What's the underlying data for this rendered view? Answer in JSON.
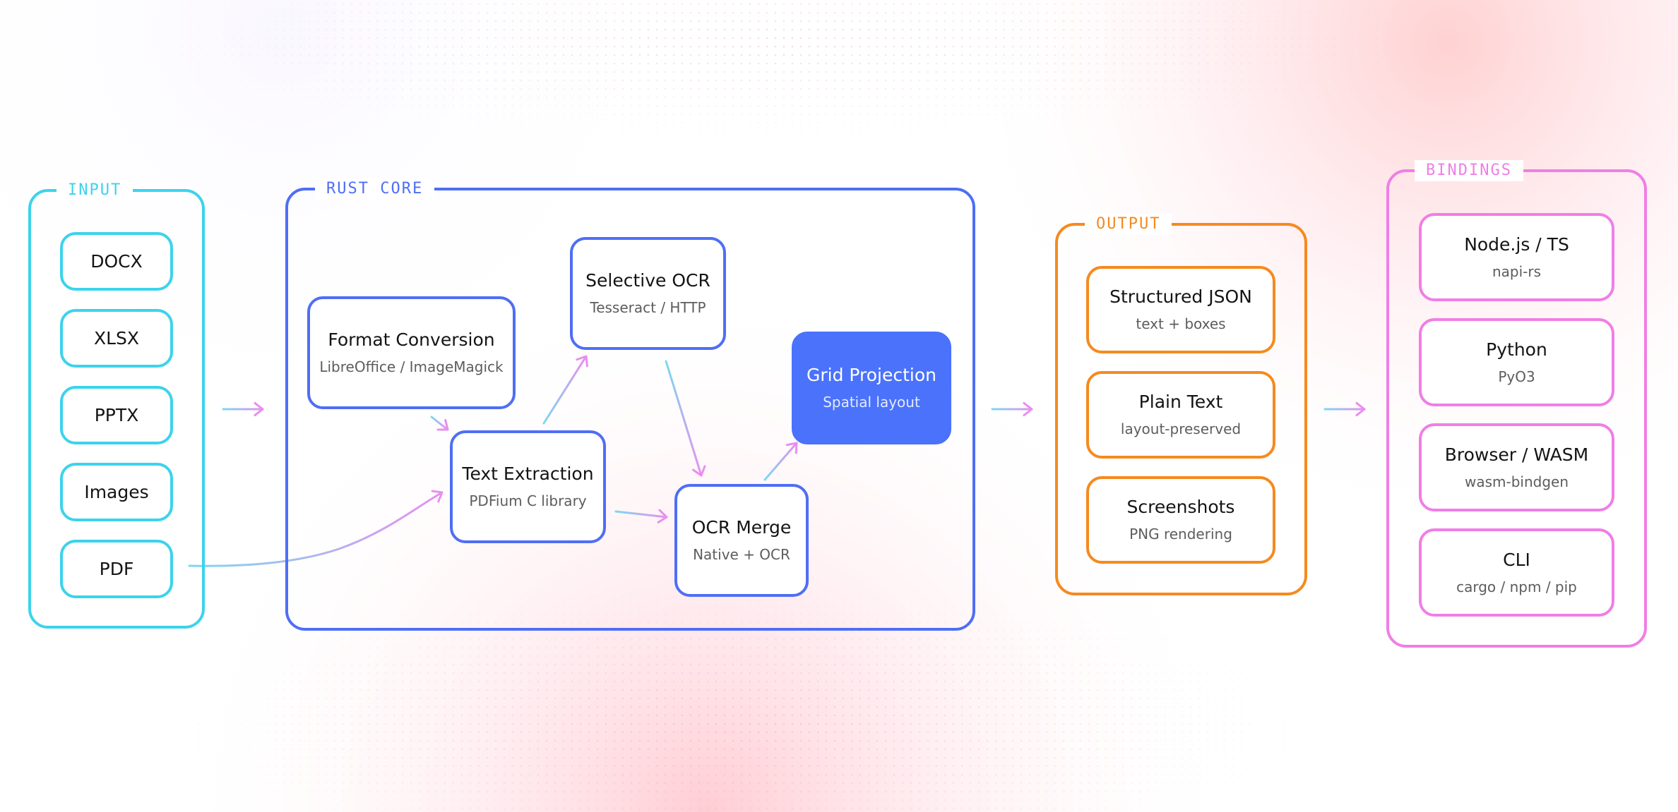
{
  "colors": {
    "input": "#3cd3ec",
    "core": "#4f6ef5",
    "core_filled": "#4a72fb",
    "output": "#f58a1f",
    "bindings": "#f07ee6",
    "arrow_gradient_start": "#7cd8f0",
    "arrow_gradient_end": "#e98ef0"
  },
  "groups": {
    "input": {
      "label": "INPUT",
      "items": [
        "DOCX",
        "XLSX",
        "PPTX",
        "Images",
        "PDF"
      ]
    },
    "core": {
      "label": "RUST CORE",
      "nodes": {
        "format_conversion": {
          "title": "Format Conversion",
          "sub": "LibreOffice / ImageMagick"
        },
        "selective_ocr": {
          "title": "Selective OCR",
          "sub": "Tesseract / HTTP"
        },
        "text_extraction": {
          "title": "Text Extraction",
          "sub": "PDFium C library"
        },
        "ocr_merge": {
          "title": "OCR Merge",
          "sub": "Native + OCR"
        },
        "grid_projection": {
          "title": "Grid Projection",
          "sub": "Spatial layout"
        }
      }
    },
    "output": {
      "label": "OUTPUT",
      "items": [
        {
          "title": "Structured JSON",
          "sub": "text + boxes"
        },
        {
          "title": "Plain Text",
          "sub": "layout-preserved"
        },
        {
          "title": "Screenshots",
          "sub": "PNG rendering"
        }
      ]
    },
    "bindings": {
      "label": "BINDINGS",
      "items": [
        {
          "title": "Node.js / TS",
          "sub": "napi-rs"
        },
        {
          "title": "Python",
          "sub": "PyO3"
        },
        {
          "title": "Browser / WASM",
          "sub": "wasm-bindgen"
        },
        {
          "title": "CLI",
          "sub": "cargo / npm / pip"
        }
      ]
    }
  }
}
